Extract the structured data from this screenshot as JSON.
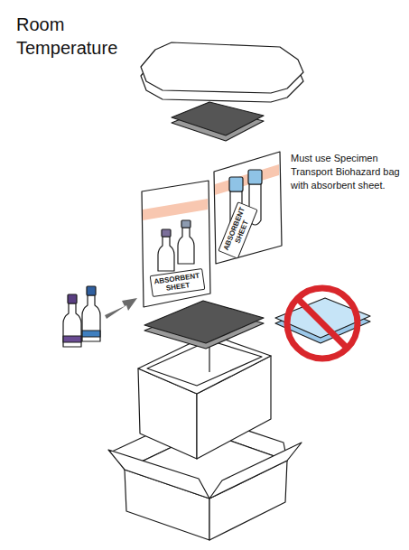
{
  "diagram": {
    "title": "Room Temperature",
    "nodes": [
      {
        "text": [
          "ABSORBENT SHEET"
        ]
      },
      {
        "text": [
          "ABSORBENT SHEET"
        ]
      }
    ],
    "labels": [
      "Must use Specimen Transport Biohazard bag with absorbent sheet."
    ]
  }
}
